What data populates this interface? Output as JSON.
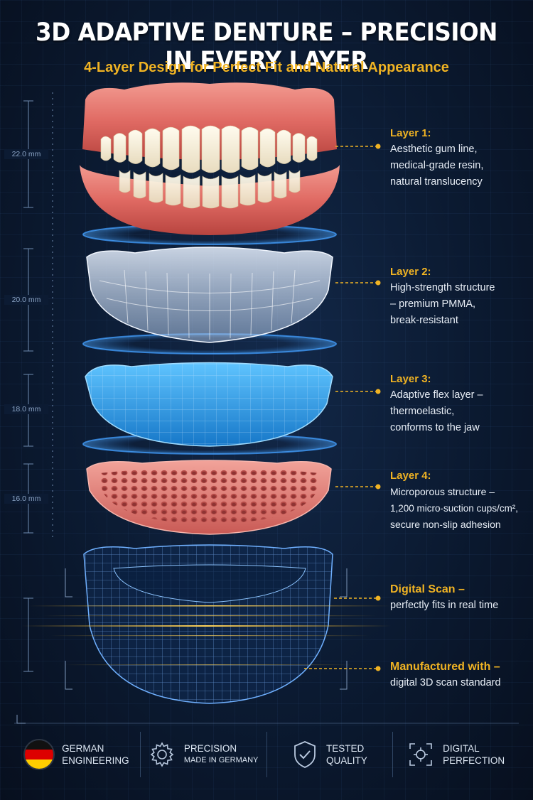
{
  "header": {
    "title": "3D ADAPTIVE DENTURE – PRECISION IN EVERY LAYER",
    "subtitle": "4-Layer Design for Perfect Fit and Natural Appearance"
  },
  "dimensions": [
    "22.0 mm",
    "20.0 mm",
    "18.0 mm",
    "16.0 mm"
  ],
  "layers": [
    {
      "title": "Layer 1:",
      "lines": [
        "Aesthetic gum line,",
        "medical-grade resin,",
        "natural translucency"
      ]
    },
    {
      "title": "Layer 2:",
      "lines": [
        "High-strength structure",
        "– premium PMMA,",
        "break-resistant"
      ]
    },
    {
      "title": "Layer 3:",
      "lines": [
        "Adaptive flex layer –",
        "thermoelastic,",
        "conforms to the jaw"
      ]
    },
    {
      "title": "Layer 4:",
      "lines": [
        "Microporous structure –",
        "1,200 micro-suction cups/cm²,",
        "secure non-slip adhesion"
      ]
    }
  ],
  "scan": {
    "title": "Digital Scan –",
    "line": "perfectly fits in real time"
  },
  "manufacture": {
    "title": "Manufactured with –",
    "line": "digital 3D scan standard"
  },
  "footer": [
    {
      "icon": "german-flag-icon",
      "line1": "GERMAN",
      "line2": "ENGINEERING"
    },
    {
      "icon": "gear-icon",
      "line1": "PRECISION",
      "line2": "MADE IN GERMANY"
    },
    {
      "icon": "shield-check-icon",
      "line1": "TESTED",
      "line2": "QUALITY"
    },
    {
      "icon": "target-scan-icon",
      "line1": "DIGITAL",
      "line2": "PERFECTION"
    }
  ],
  "colors": {
    "accent": "#f0b323",
    "background": "#0a1628",
    "gum": "#e46f68",
    "flex_layer": "#2aa7ef",
    "scan_wire": "#5aa0f0",
    "flag_black": "#111111",
    "flag_red": "#dd0000",
    "flag_gold": "#ffce00"
  }
}
